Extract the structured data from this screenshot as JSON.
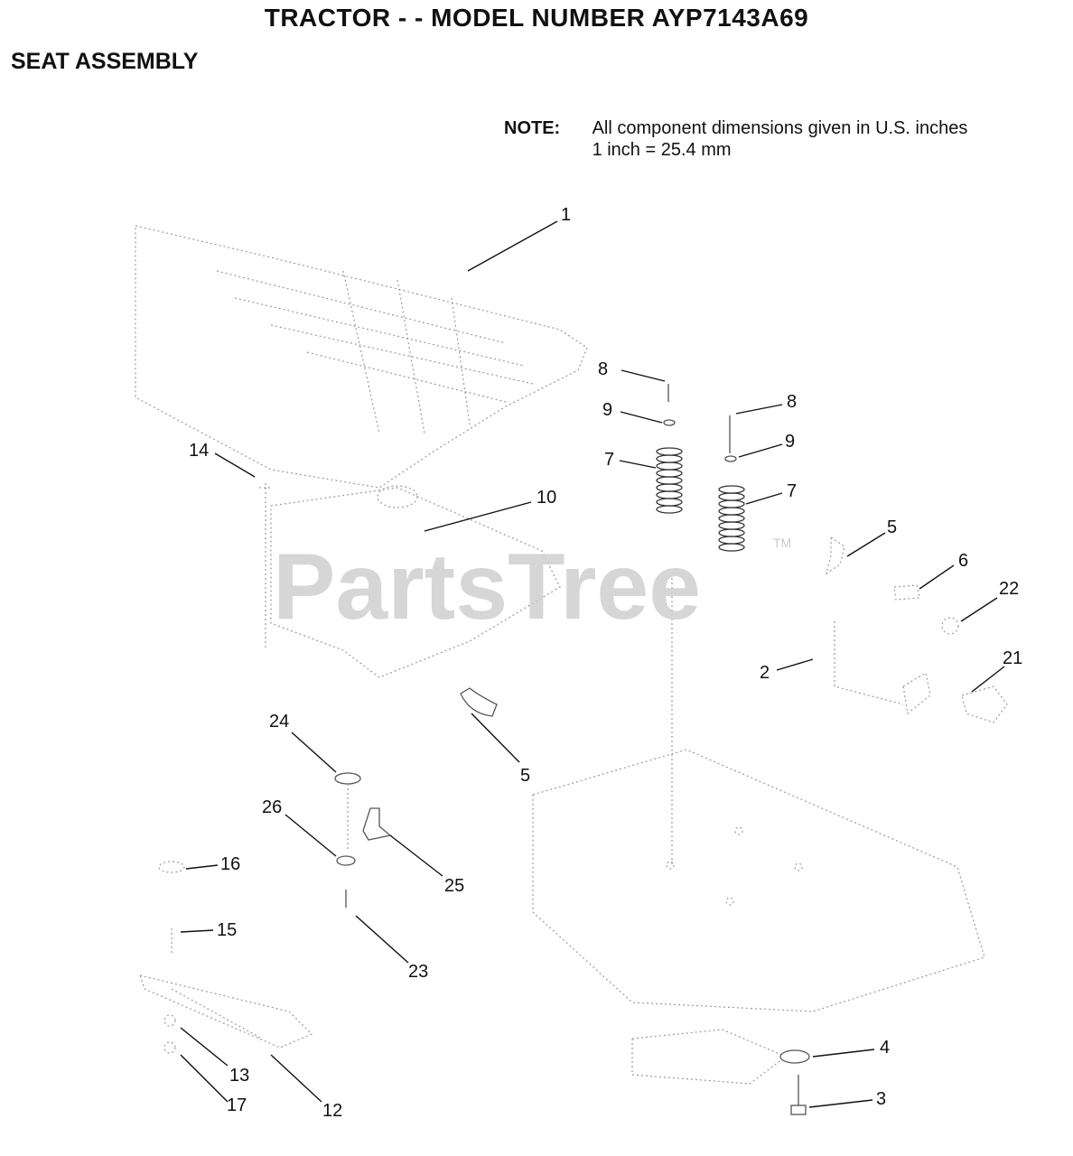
{
  "header": {
    "title": "TRACTOR - - MODEL NUMBER AYP7143A69",
    "subtitle": "SEAT ASSEMBLY"
  },
  "note": {
    "label": "NOTE:",
    "line1": "All component dimensions given in U.S. inches",
    "line2": "1 inch = 25.4 mm"
  },
  "watermark": {
    "text": "PartsTree",
    "trademark": "TM"
  },
  "callouts": [
    {
      "id": "c1",
      "label": "1"
    },
    {
      "id": "c8a",
      "label": "8"
    },
    {
      "id": "c9a",
      "label": "9"
    },
    {
      "id": "c7a",
      "label": "7"
    },
    {
      "id": "c8b",
      "label": "8"
    },
    {
      "id": "c9b",
      "label": "9"
    },
    {
      "id": "c7b",
      "label": "7"
    },
    {
      "id": "c14",
      "label": "14"
    },
    {
      "id": "c10",
      "label": "10"
    },
    {
      "id": "c5a",
      "label": "5"
    },
    {
      "id": "c6",
      "label": "6"
    },
    {
      "id": "c22",
      "label": "22"
    },
    {
      "id": "c2",
      "label": "2"
    },
    {
      "id": "c21",
      "label": "21"
    },
    {
      "id": "c24",
      "label": "24"
    },
    {
      "id": "c5b",
      "label": "5"
    },
    {
      "id": "c26",
      "label": "26"
    },
    {
      "id": "c25",
      "label": "25"
    },
    {
      "id": "c16",
      "label": "16"
    },
    {
      "id": "c15",
      "label": "15"
    },
    {
      "id": "c23",
      "label": "23"
    },
    {
      "id": "c13",
      "label": "13"
    },
    {
      "id": "c17",
      "label": "17"
    },
    {
      "id": "c12",
      "label": "12"
    },
    {
      "id": "c4",
      "label": "4"
    },
    {
      "id": "c3",
      "label": "3"
    }
  ]
}
